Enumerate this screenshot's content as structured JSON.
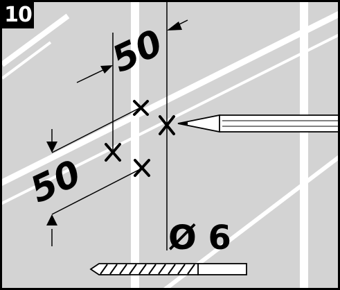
{
  "step": {
    "number": "10"
  },
  "dimensions": {
    "horizontal": "50",
    "vertical": "50"
  },
  "drill": {
    "diameter_label": "Ø 6"
  },
  "colors": {
    "background": "#d3d3d3",
    "tile_grout": "#ffffff",
    "ink": "#000000"
  },
  "icons": {
    "pencil": "pencil-icon",
    "drill_bit": "drill-bit-icon",
    "markers": "cross-marker-icon"
  }
}
